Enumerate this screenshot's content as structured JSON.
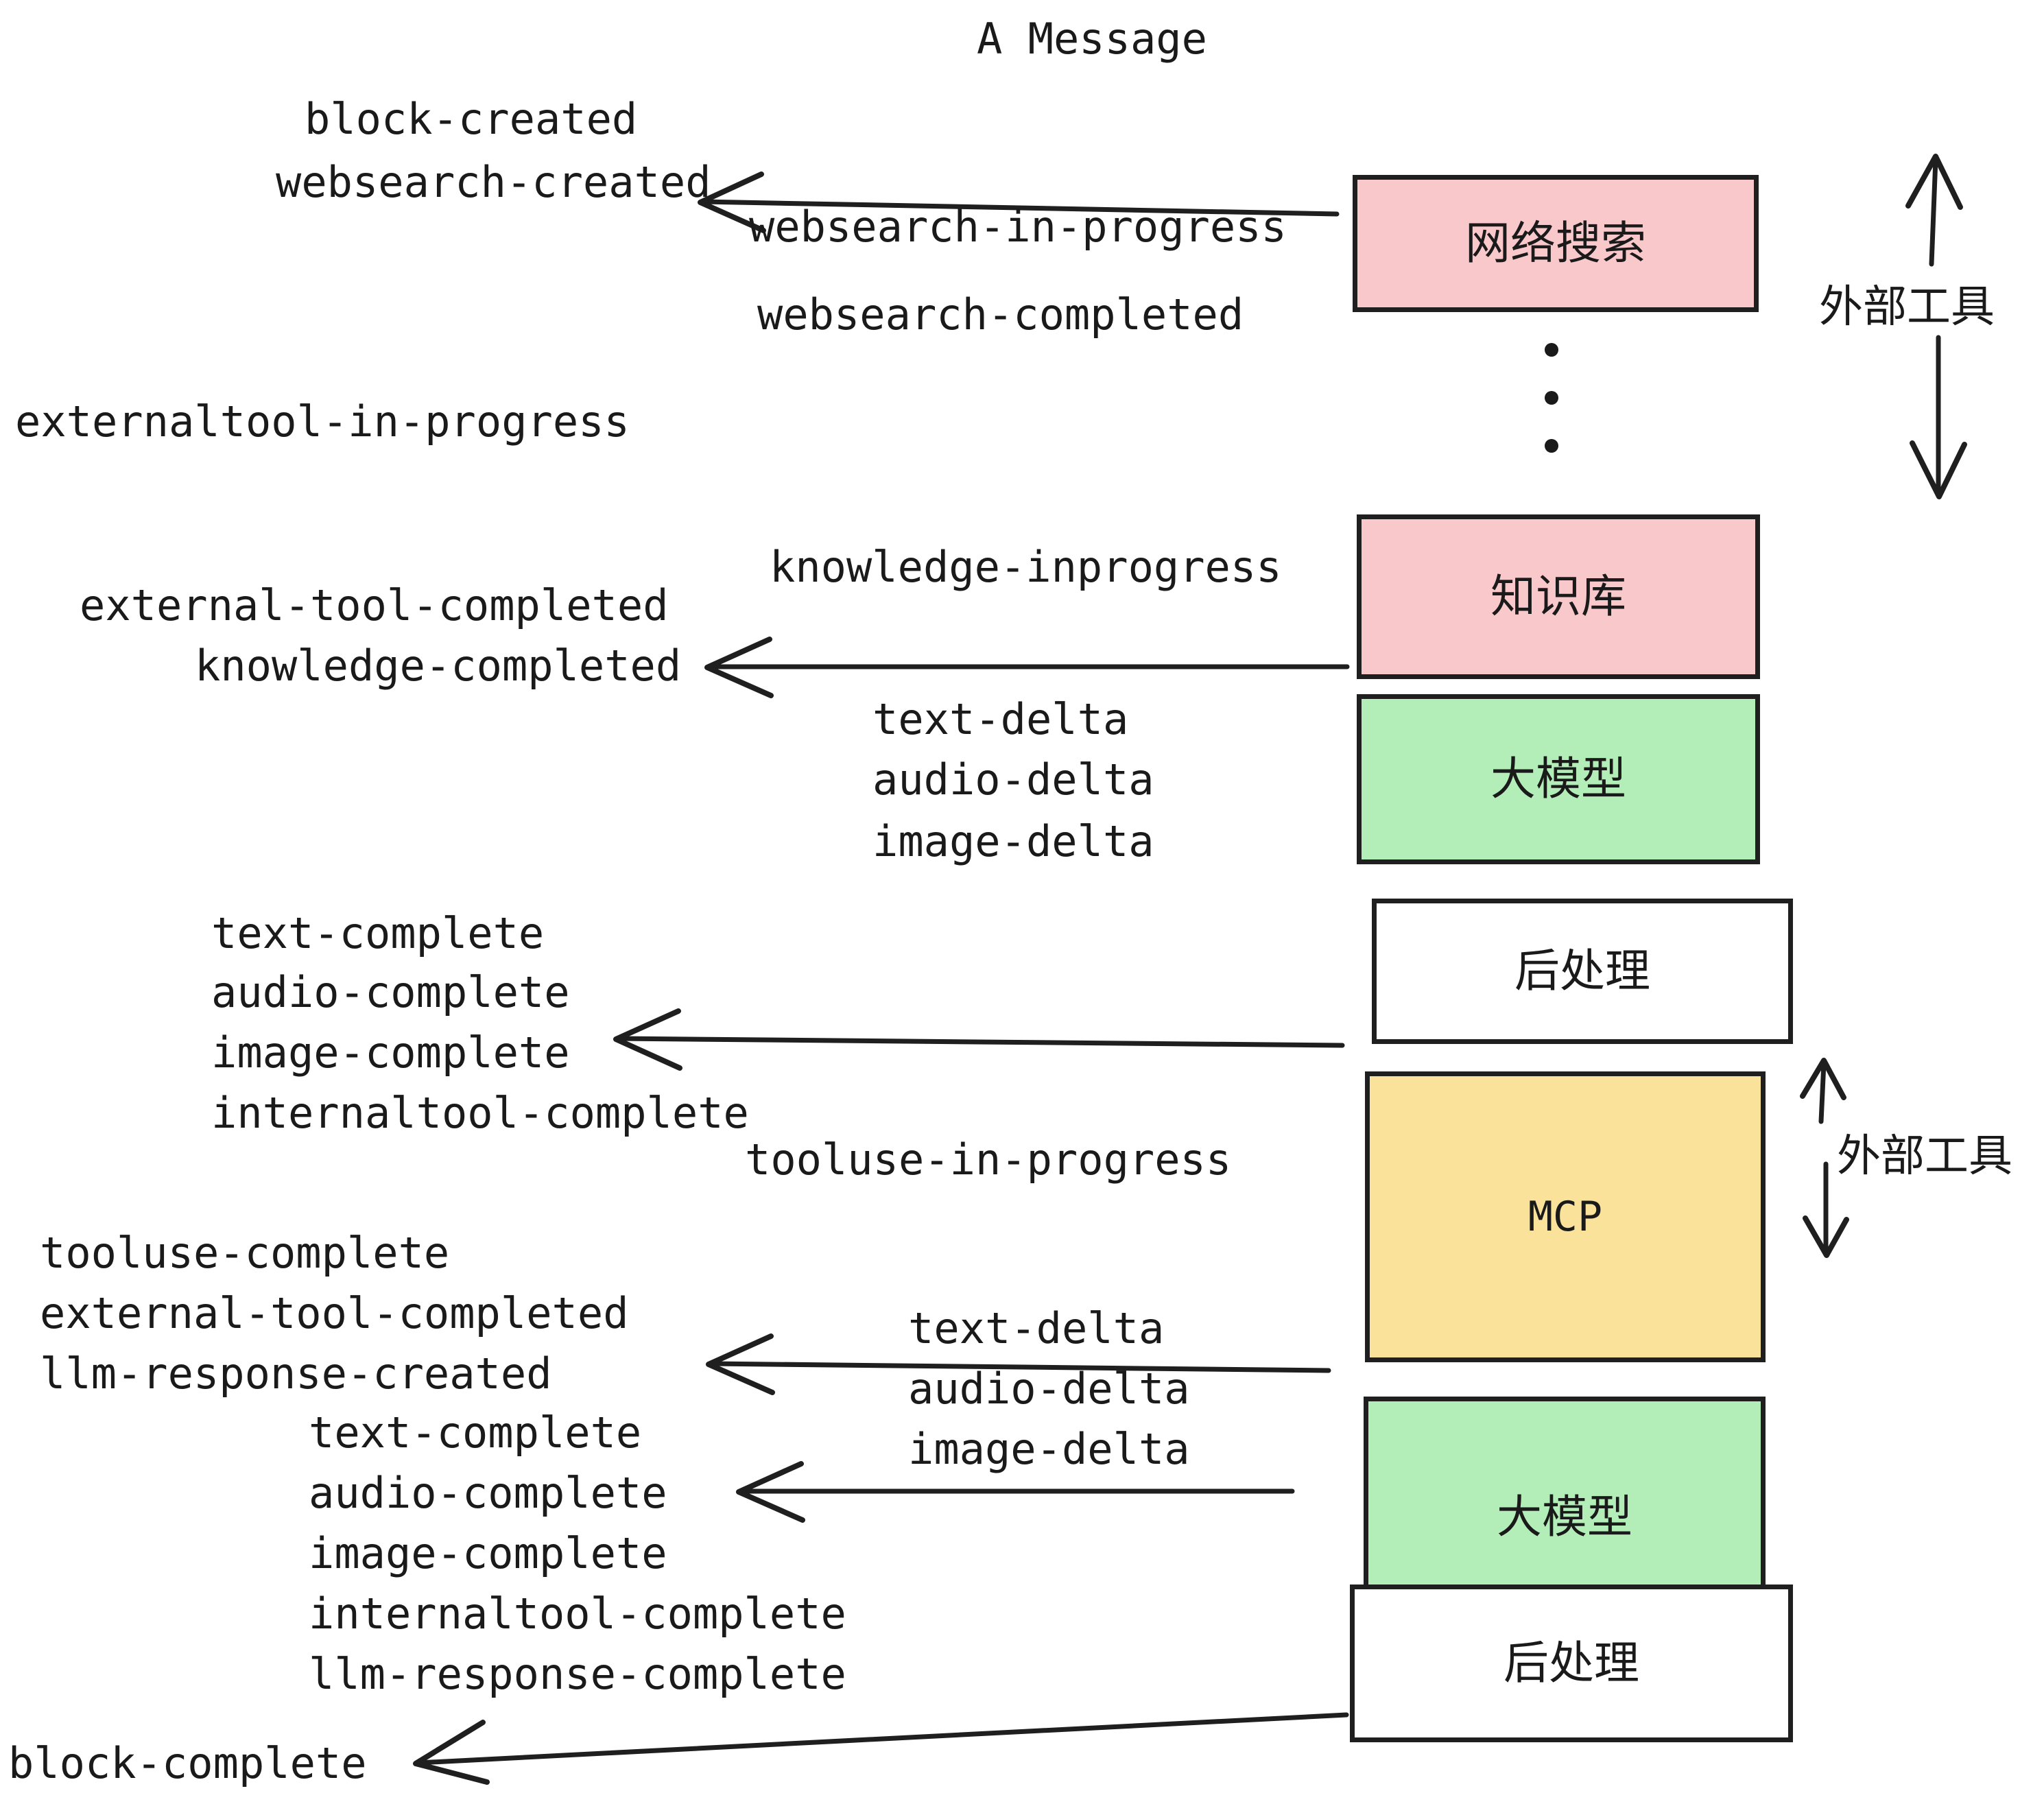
{
  "title": "A Message",
  "events": {
    "block_created": "block-created",
    "websearch_created": "websearch-created",
    "websearch_in_progress": "websearch-in-progress",
    "websearch_completed": "websearch-completed",
    "externaltool_in_progress": "externaltool-in-progress",
    "knowledge_inprogress": "knowledge-inprogress",
    "external_tool_completed_1": "external-tool-completed",
    "knowledge_completed": "knowledge-completed",
    "text_delta_1": "text-delta",
    "audio_delta_1": "audio-delta",
    "image_delta_1": "image-delta",
    "text_complete_1": "text-complete",
    "audio_complete_1": "audio-complete",
    "image_complete_1": "image-complete",
    "internaltool_complete_1": "internaltool-complete",
    "tooluse_in_progress": "tooluse-in-progress",
    "tooluse_complete": "tooluse-complete",
    "external_tool_completed_2": "external-tool-completed",
    "llm_response_created": "llm-response-created",
    "text_delta_2": "text-delta",
    "audio_delta_2": "audio-delta",
    "image_delta_2": "image-delta",
    "text_complete_2": "text-complete",
    "audio_complete_2": "audio-complete",
    "image_complete_2": "image-complete",
    "internaltool_complete_2": "internaltool-complete",
    "llm_response_complete": "llm-response-complete",
    "block_complete": "block-complete"
  },
  "nodes": {
    "websearch": "网络搜索",
    "knowledge": "知识库",
    "llm_1": "大模型",
    "postprocess_1": "后处理",
    "mcp": "MCP",
    "llm_2": "大模型",
    "postprocess_2": "后处理"
  },
  "annotations": {
    "external_tool_top": "外部工具",
    "external_tool_bottom": "外部工具"
  },
  "colors": {
    "pink": "#f9c8cb",
    "green": "#b3eeb9",
    "yellow": "#fae29a",
    "white": "#ffffff",
    "stroke": "#1f1f1f",
    "text": "#1a1a1a"
  }
}
